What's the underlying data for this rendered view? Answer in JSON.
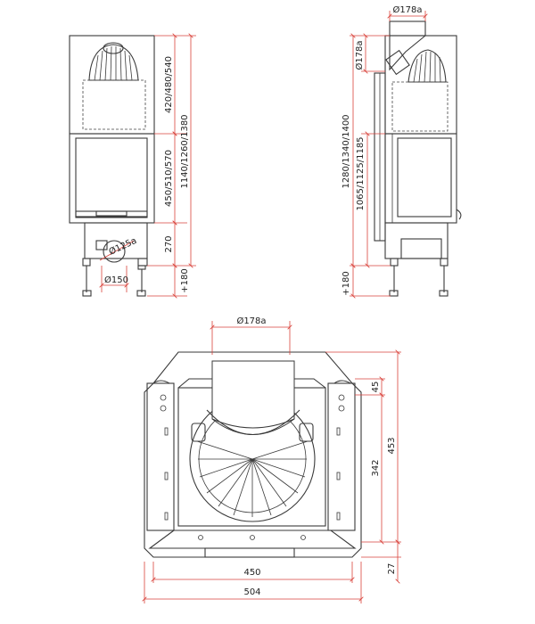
{
  "front_view": {
    "dim_top": "420/480/540",
    "dim_glass": "450/510/570",
    "dim_base": "270",
    "dim_total": "1140/1260/1380",
    "dim_leg": "+180",
    "dim_outlet_dia": "Ø150",
    "dim_inlet_dia": "Ø125a"
  },
  "side_view": {
    "dim_flue_dia_top": "Ø178a",
    "dim_flue_dia_side": "Ø178a",
    "dim_total": "1280/1340/1400",
    "dim_inner": "1065/1125/1185",
    "dim_leg": "+180"
  },
  "top_view": {
    "dim_flue_dia": "Ø178a",
    "dim_45": "45",
    "dim_342": "342",
    "dim_453": "453",
    "dim_27": "27",
    "dim_450": "450",
    "dim_504": "504"
  }
}
